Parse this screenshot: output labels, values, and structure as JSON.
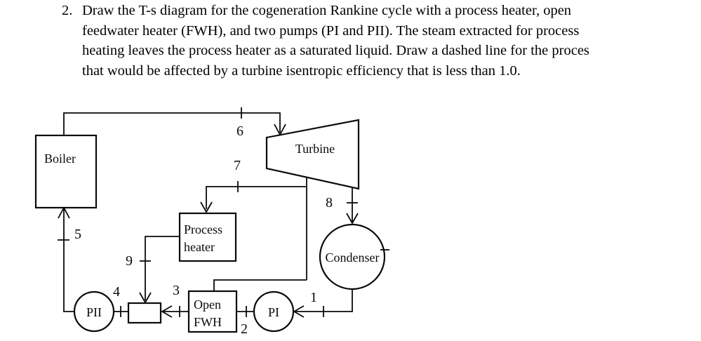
{
  "problem": {
    "number": "2.",
    "lines": [
      "Draw the T-s diagram for the cogeneration Rankine cycle with a process heater, open",
      "feedwater heater (FWH), and two pumps (PI and PII). The steam extracted for process",
      "heating leaves the process heater as a saturated liquid. Draw a dashed line for the proces",
      "that would be affected by a turbine isentropic efficiency that is less than 1.0."
    ]
  },
  "diagram": {
    "ink_color": "#0a0a0a",
    "components": {
      "boiler": "Boiler",
      "turbine": "Turbine",
      "process_heater_line1": "Process",
      "process_heater_line2": "heater",
      "condenser": "Condenser",
      "open_fwh_line1": "Open",
      "open_fwh_line2": "FWH",
      "pump1": "PI",
      "pump2": "PII"
    },
    "states": {
      "s1": "1",
      "s2": "2",
      "s3": "3",
      "s4": "4",
      "s5": "5",
      "s6": "6",
      "s7": "7",
      "s8": "8",
      "s9": "9"
    }
  }
}
